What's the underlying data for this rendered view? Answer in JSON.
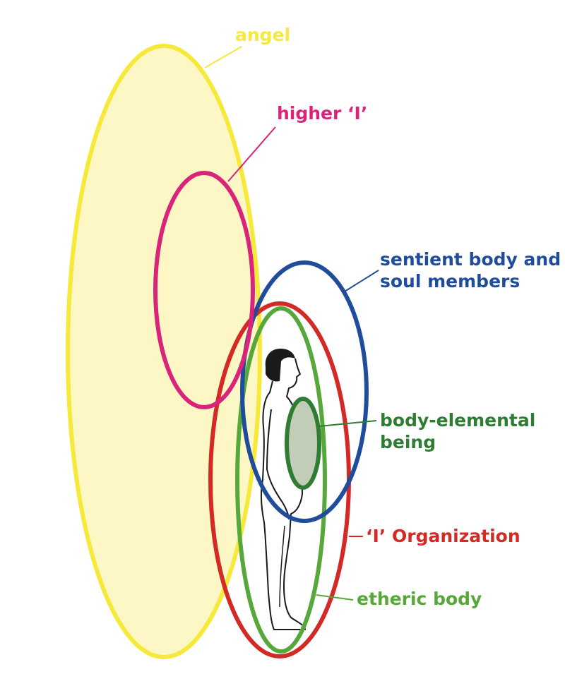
{
  "colors": {
    "angel": "#f6e93a",
    "angel_fill": "#fcf7c5",
    "higher_i": "#d9247a",
    "sentient": "#1f4c9b",
    "body_elemental": "#2e7d32",
    "body_elemental_fill": "#c1cdb6",
    "i_organization": "#d32a26",
    "etheric": "#57a83a",
    "figure": "#1a1a1a"
  },
  "labels": {
    "angel": "angel",
    "higher_i": "higher ‘I’",
    "sentient_line1": "sentient body and",
    "sentient_line2": "soul members",
    "body_elemental_line1": "body-elemental",
    "body_elemental_line2": "being",
    "i_organization": "‘I’ Organization",
    "etheric_body": "etheric body"
  }
}
